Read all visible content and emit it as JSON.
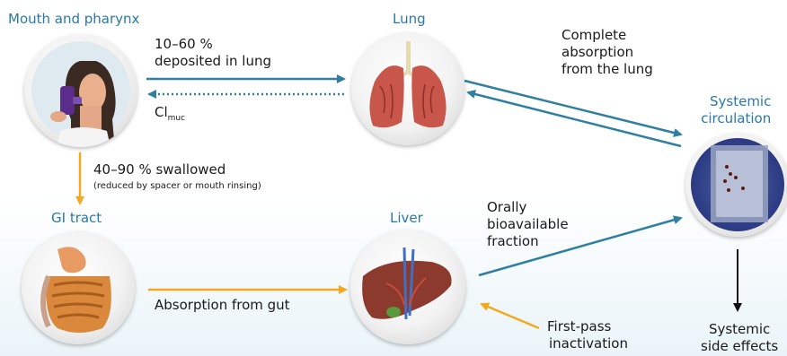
{
  "nodes": {
    "mouth": {
      "title": "Mouth and pharynx"
    },
    "lung": {
      "title": "Lung"
    },
    "gi": {
      "title": "GI tract"
    },
    "liver": {
      "title": "Liver"
    },
    "systemic": {
      "title_line1": "Systemic",
      "title_line2": "circulation"
    }
  },
  "edges": {
    "deposit_line1": "10–60 %",
    "deposit_line2": "deposited in lung",
    "clmuc_main": "Cl",
    "clmuc_sub": "muc",
    "swallowed": "40–90 % swallowed",
    "swallowed_note": "(reduced by spacer or mouth rinsing)",
    "complete_line1": "Complete",
    "complete_line2": "absorption",
    "complete_line3": "from the lung",
    "gut": "Absorption from gut",
    "oral_line1": "Orally",
    "oral_line2": "bioavailable",
    "oral_line3": "fraction",
    "firstpass_line1": "First-pass",
    "firstpass_line2": "inactivation",
    "side_line1": "Systemic",
    "side_line2": "side effects"
  },
  "colors": {
    "title_blue": "#2a78a8",
    "teal_arrow": "#2f7fa3",
    "orange_arrow": "#f3a81e",
    "black_arrow": "#111111"
  }
}
